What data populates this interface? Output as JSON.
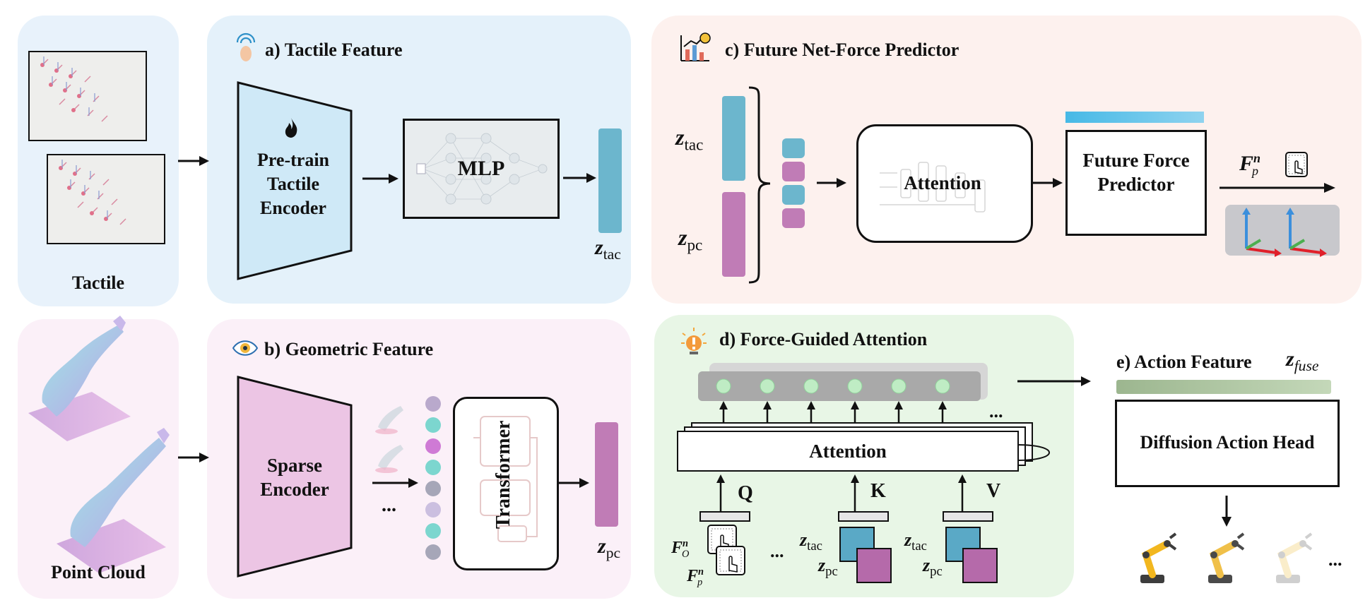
{
  "panels": {
    "tactile": {
      "caption": "Tactile"
    },
    "tactile_feature": {
      "title": "a) Tactile Feature",
      "encoder_label": "Pre-train Tactile Encoder",
      "mlp_label": "MLP"
    },
    "point_cloud": {
      "caption": "Point Cloud"
    },
    "geometric_feature": {
      "title": "b) Geometric Feature",
      "encoder_label": "Sparse Encoder",
      "transformer_label": "Transformer",
      "ellipsis": "..."
    },
    "future_force": {
      "title": "c) Future Net-Force Predictor",
      "attention_label": "Attention",
      "predictor_label": "Future Force Predictor"
    },
    "force_attention": {
      "title": "d) Force-Guided Attention",
      "attention_label": "Attention",
      "q": "Q",
      "k": "K",
      "v": "V",
      "ellipsis": "..."
    },
    "action_feature": {
      "title": "e) Action Feature",
      "head_label": "Diffusion Action Head",
      "ellipsis": "..."
    }
  },
  "symbols": {
    "z": "z",
    "tac": "tac",
    "pc": "pc",
    "fuse": "fuse",
    "F": "F",
    "n": "n",
    "p": "p",
    "O": "O"
  },
  "colors": {
    "blue_panel": "#e7f2fb",
    "pink_panel": "#fbf0f8",
    "peach_panel": "#fdf1ee",
    "green_panel": "#e8f6e6",
    "tac_feature": "#6cb6cd",
    "pc_feature": "#c07cb6",
    "encoder_blue": "#cfe9f7",
    "encoder_pink": "#ecc5e4"
  },
  "icons": [
    "tactile-finger-icon",
    "eye-icon",
    "chart-icon",
    "bulb-icon",
    "flame-icon",
    "touch-card-icon",
    "robot-arm-icon"
  ]
}
